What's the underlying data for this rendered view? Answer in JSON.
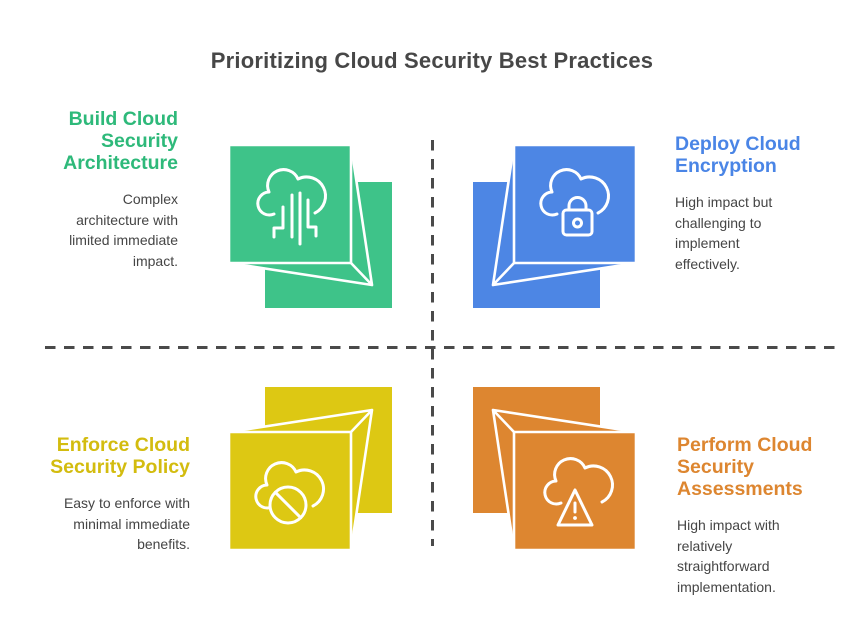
{
  "title": "Prioritizing Cloud Security Best Practices",
  "title_color": "#474747",
  "body_text_color": "#454545",
  "divider_color": "#4a4a4a",
  "background_color": "#ffffff",
  "quadrants": [
    {
      "id": "build-cloud-security-architecture",
      "heading": "Build Cloud Security Architecture",
      "heading_lines": [
        "Build Cloud",
        "Security",
        "Architecture"
      ],
      "description": "Complex architecture with limited immediate impact.",
      "description_lines": [
        "Complex",
        "architecture with",
        "limited immediate",
        "impact."
      ],
      "accent_color": "#2eb97a",
      "cube_color": "#3ec389",
      "icon": "cloud-circuit-icon"
    },
    {
      "id": "deploy-cloud-encryption",
      "heading": "Deploy Cloud Encryption",
      "heading_lines": [
        "Deploy Cloud",
        "Encryption"
      ],
      "description": "High impact but challenging to implement effectively.",
      "description_lines": [
        "High impact but",
        "challenging to",
        "implement",
        "effectively."
      ],
      "accent_color": "#4a85e6",
      "cube_color": "#4d86e4",
      "icon": "cloud-lock-icon"
    },
    {
      "id": "enforce-cloud-security-policy",
      "heading": "Enforce Cloud Security Policy",
      "heading_lines": [
        "Enforce Cloud",
        "Security Policy"
      ],
      "description": "Easy to enforce with minimal immediate benefits.",
      "description_lines": [
        "Easy to enforce with",
        "minimal immediate",
        "benefits."
      ],
      "accent_color": "#d3bc0f",
      "cube_color": "#ddc813",
      "icon": "cloud-prohibited-icon"
    },
    {
      "id": "perform-cloud-security-assessments",
      "heading": "Perform Cloud Security Assessments",
      "heading_lines": [
        "Perform Cloud",
        "Security",
        "Assessments"
      ],
      "description": "High impact with relatively straightforward implementation.",
      "description_lines": [
        "High impact with",
        "relatively",
        "straightforward",
        "implementation."
      ],
      "accent_color": "#dd8630",
      "cube_color": "#dd8630",
      "icon": "cloud-warning-icon"
    }
  ]
}
